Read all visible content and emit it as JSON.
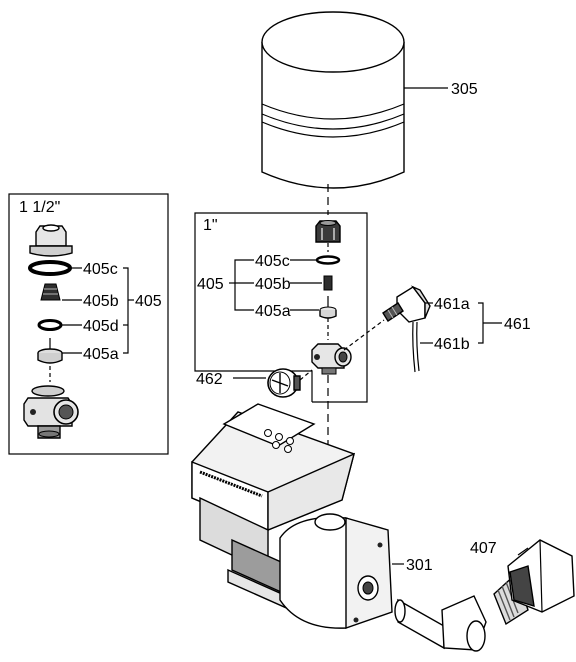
{
  "labels": {
    "box_left_size": "1 1/2\"",
    "box_right_size": "1\"",
    "p305": "305",
    "left_405c": "405c",
    "left_405b": "405b",
    "left_405d": "405d",
    "left_405a": "405a",
    "left_405": "405",
    "right_405c": "405c",
    "right_405b": "405b",
    "right_405a": "405a",
    "right_405": "405",
    "p461a": "461a",
    "p461b": "461b",
    "p461": "461",
    "p462": "462",
    "p301": "301",
    "p407": "407"
  },
  "colors": {
    "line": "#000000",
    "fill_light": "#ffffff",
    "fill_mid": "#d9d9d9",
    "fill_dark": "#3a3a3a"
  }
}
